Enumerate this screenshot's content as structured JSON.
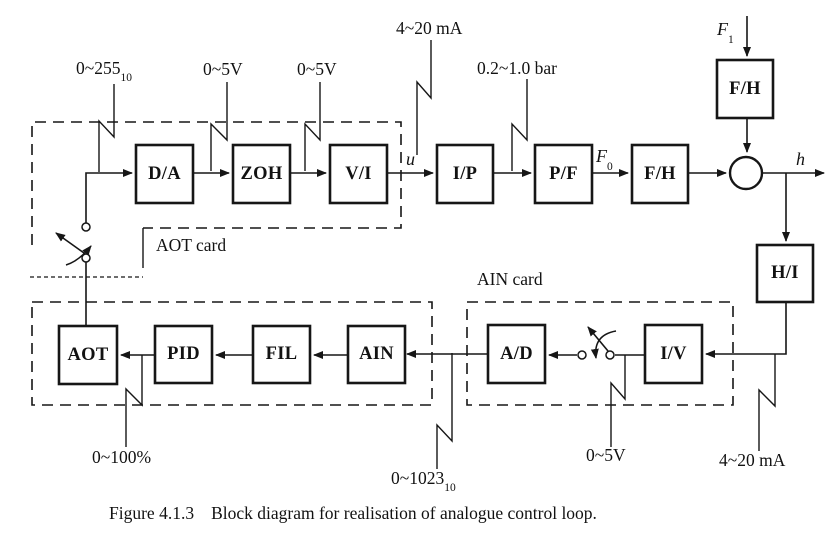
{
  "figure": {
    "caption_label": "Figure 4.1.3",
    "caption_text": "Block diagram for realisation of analogue control loop."
  },
  "cards": {
    "aot": {
      "label": "AOT card"
    },
    "ain": {
      "label": "AIN card"
    }
  },
  "blocks": [
    {
      "label": "D/A"
    },
    {
      "label": "ZOH"
    },
    {
      "label": "V/I"
    },
    {
      "label": "I/P"
    },
    {
      "label": "P/F"
    },
    {
      "label": "F/H"
    },
    {
      "label": "F/H"
    },
    {
      "label": "H/I"
    },
    {
      "label": "AOT"
    },
    {
      "label": "PID"
    },
    {
      "label": "FIL"
    },
    {
      "label": "AIN"
    },
    {
      "label": "A/D"
    },
    {
      "label": "I/V"
    }
  ],
  "signals": {
    "u": "u",
    "f0": {
      "base": "F",
      "sub": "0"
    },
    "f1": {
      "base": "F",
      "sub": "1"
    },
    "h": "h"
  },
  "annotations": [
    {
      "text": "0~255",
      "sub": "10"
    },
    {
      "text": "0~5V"
    },
    {
      "text": "0~5V"
    },
    {
      "text": "4~20 mA"
    },
    {
      "text": "0.2~1.0 bar"
    },
    {
      "text": "0~100%"
    },
    {
      "text": "0~1023",
      "sub": "10"
    },
    {
      "text": "0~5V"
    },
    {
      "text": "4~20 mA"
    }
  ],
  "colors": {
    "ink": "#161616",
    "background": "#ffffff"
  }
}
